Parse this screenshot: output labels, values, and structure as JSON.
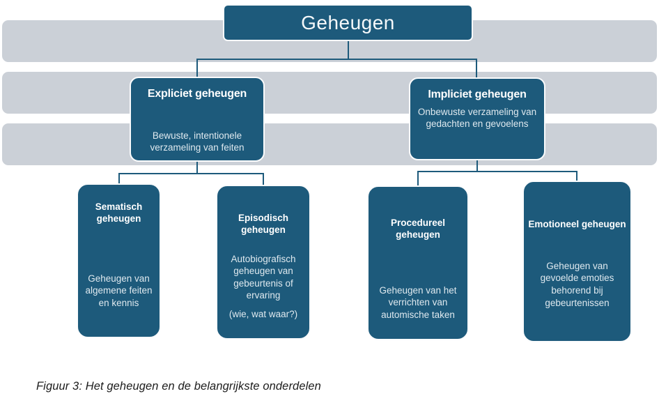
{
  "root": {
    "label": "Geheugen"
  },
  "branches": [
    {
      "title": "Expliciet geheugen",
      "description": "Bewuste, intentionele verzameling van feiten"
    },
    {
      "title": "Impliciet geheugen",
      "description": "Onbewuste verzameling van gedachten en gevoelens"
    }
  ],
  "leaves": [
    {
      "title": "Sematisch geheugen",
      "description": "Geheugen van algemene feiten en kennis",
      "note": ""
    },
    {
      "title": "Episodisch geheugen",
      "description": "Autobiografisch geheugen van gebeurtenis of ervaring",
      "note": "(wie, wat waar?)"
    },
    {
      "title": "Procedureel geheugen",
      "description": "Geheugen van het verrichten van automische taken",
      "note": ""
    },
    {
      "title": "Emotioneel geheugen",
      "description": "Geheugen van gevoelde emoties behorend bij gebeurtenissen",
      "note": ""
    }
  ],
  "caption": "Figuur 3: Het geheugen en de belangrijkste onderdelen",
  "colors": {
    "node_fill": "#1d5a7b",
    "node_border": "#fbfcfd",
    "stripe": "#cbd0d7",
    "connector": "#1d5a7b",
    "title_text": "#ffffff",
    "body_text": "#dfe9ef",
    "caption_text": "#1c1c1c"
  }
}
